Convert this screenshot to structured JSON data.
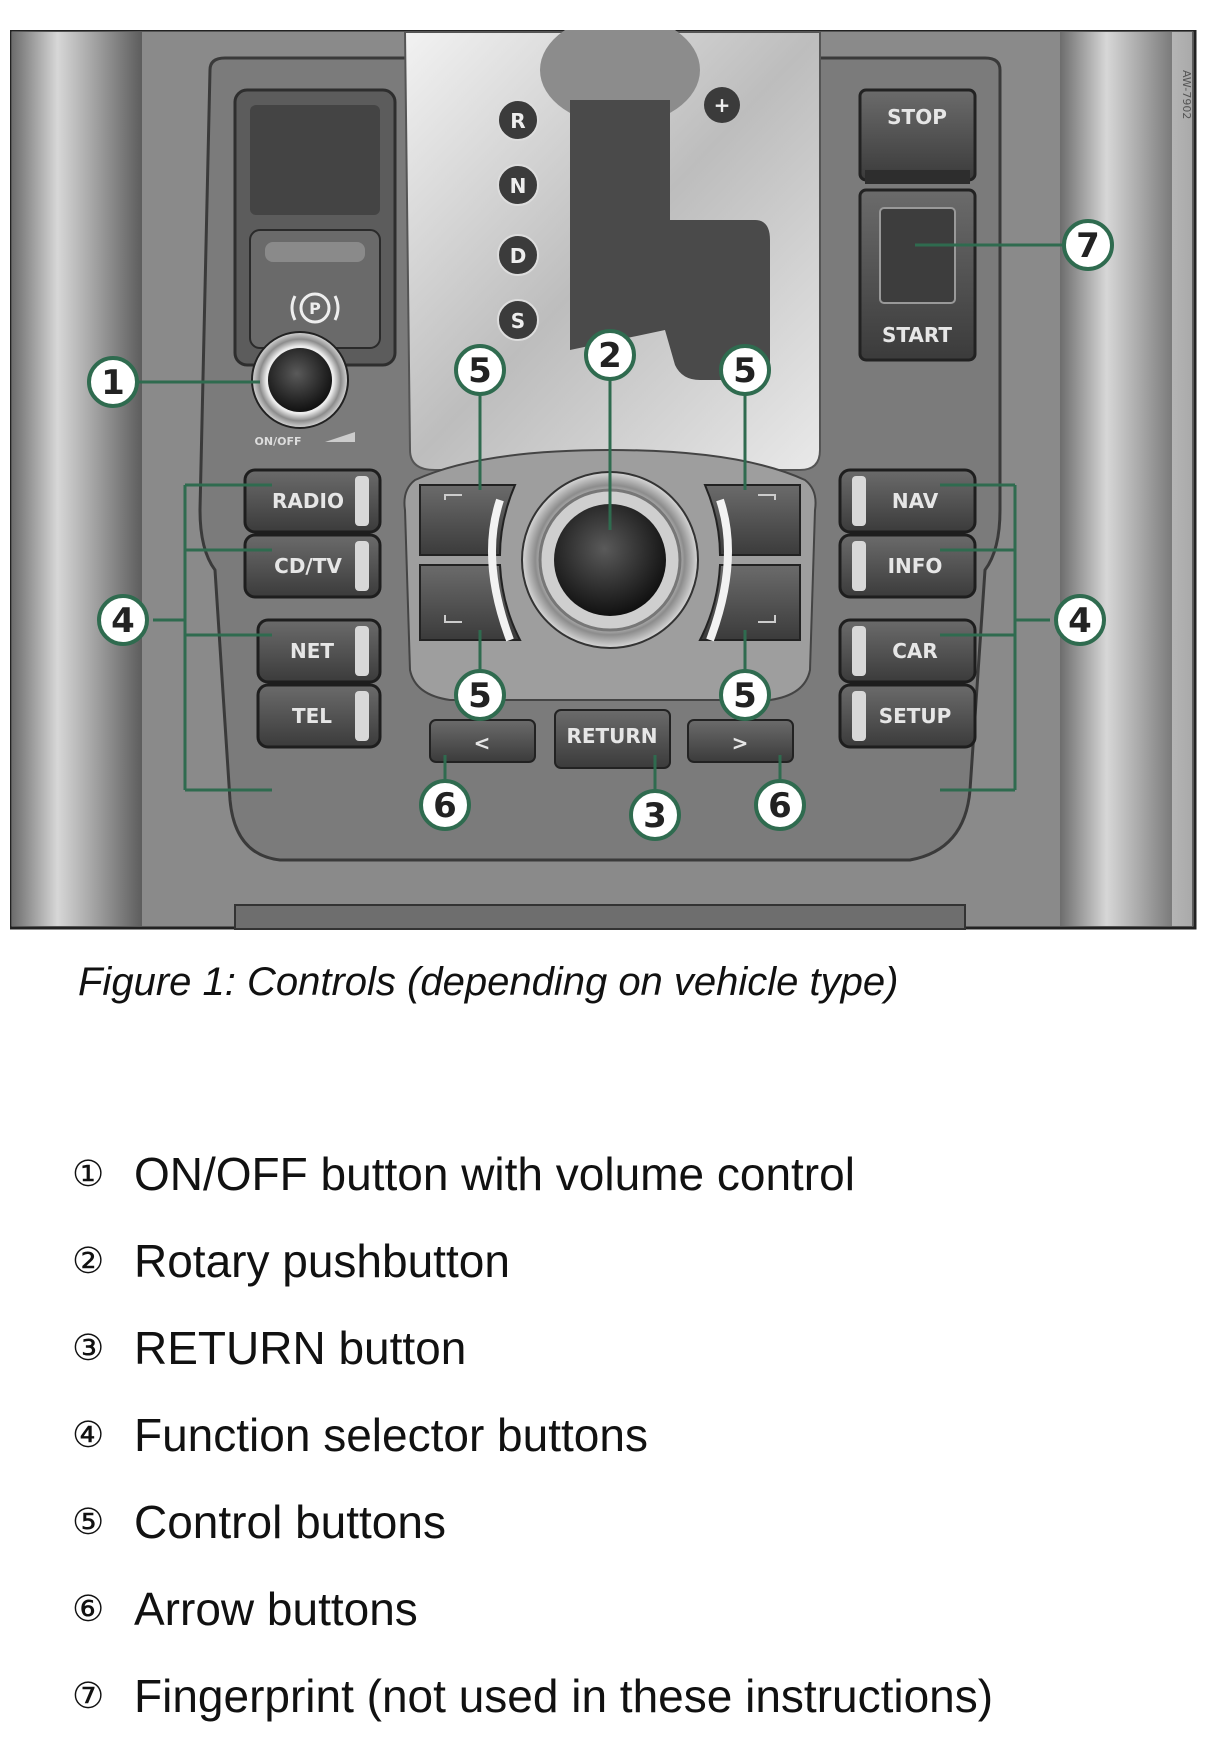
{
  "figure": {
    "caption": "Figure 1: Controls (depending on vehicle type)",
    "gear_labels": [
      "R",
      "N",
      "D",
      "S"
    ],
    "left_buttons": [
      "RADIO",
      "CD/TV",
      "NET",
      "TEL"
    ],
    "right_buttons": [
      "NAV",
      "INFO",
      "CAR",
      "SETUP"
    ],
    "return_label": "RETURN",
    "stop_label": "STOP",
    "start_label": "START",
    "onoff_label": "ON/OFF",
    "arrow_left": "<",
    "arrow_right": ">",
    "side_id": "AW-7902",
    "callouts": {
      "c1": "1",
      "c2": "2",
      "c3": "3",
      "c4": "4",
      "c5": "5",
      "c6": "6",
      "c7": "7"
    }
  },
  "legend": [
    {
      "num": "①",
      "text": "ON/OFF button with volume control"
    },
    {
      "num": "②",
      "text": "Rotary pushbutton"
    },
    {
      "num": "③",
      "text": "RETURN button"
    },
    {
      "num": "④",
      "text": "Function selector buttons"
    },
    {
      "num": "⑤",
      "text": "Control buttons"
    },
    {
      "num": "⑥",
      "text": "Arrow buttons"
    },
    {
      "num": "⑦",
      "text": "Fingerprint (not used in these instructions)"
    }
  ]
}
